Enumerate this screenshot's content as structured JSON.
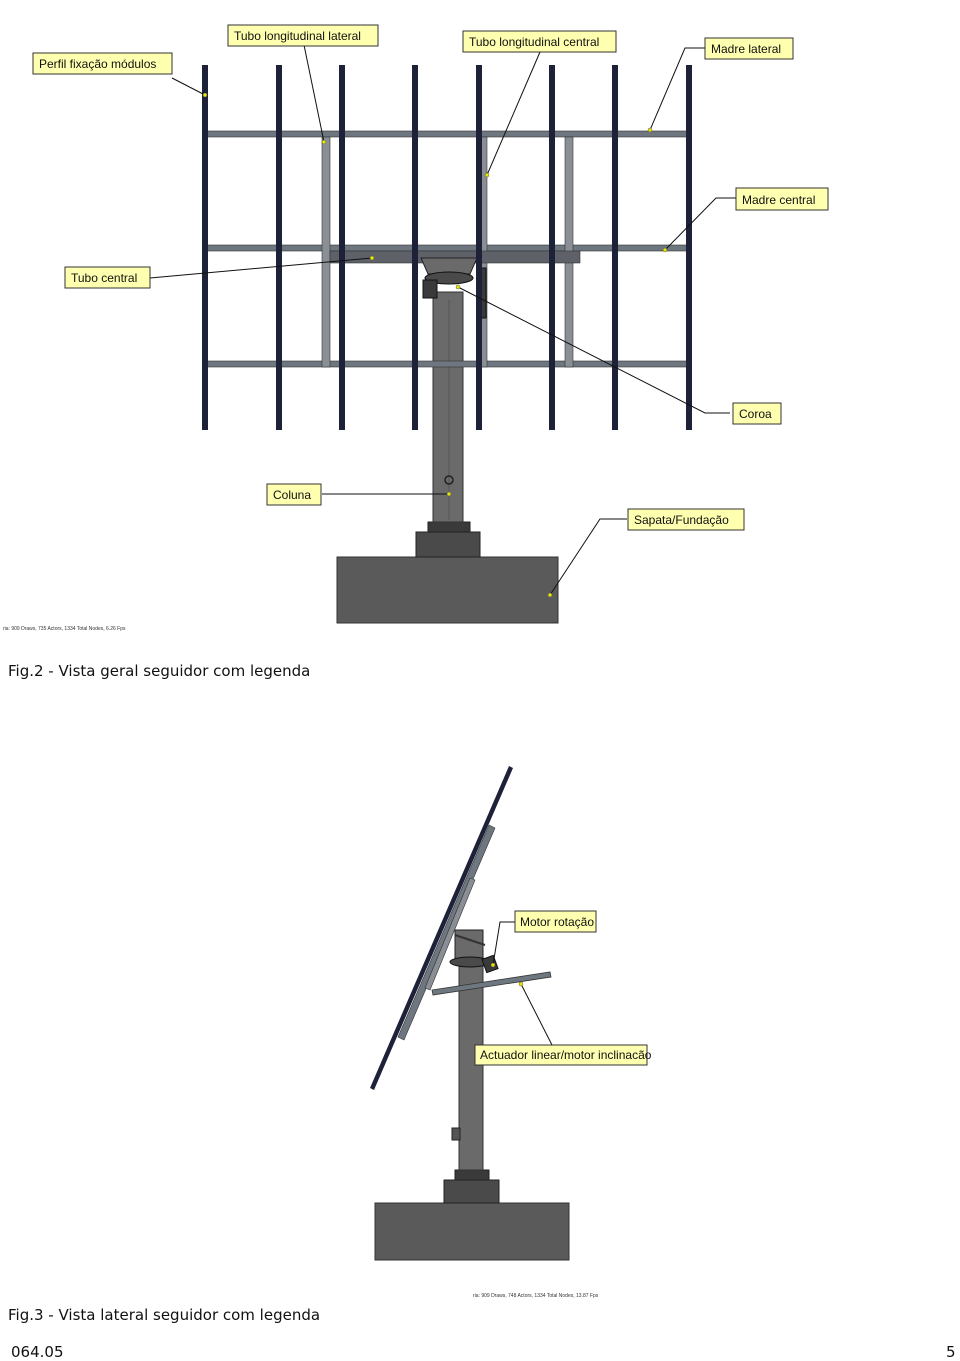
{
  "fig2": {
    "labels": {
      "perfil": "Perfil fixação módulos",
      "tubo_long_lateral": "Tubo longitudinal lateral",
      "tubo_long_central": "Tubo longitudinal central",
      "madre_lateral": "Madre lateral",
      "madre_central": "Madre central",
      "tubo_central": "Tubo central",
      "coroa": "Coroa",
      "coluna": "Coluna",
      "sapata": "Sapata/Fundação"
    },
    "render_stats": "ria: 909 Draws, 735 Actors, 1334 Total Nodes, 6.26 Fps",
    "caption": "Fig.2 - Vista geral seguidor com legenda"
  },
  "fig3": {
    "labels": {
      "motor_rotacao": "Motor rotação",
      "actuador": "Actuador linear/motor inclinacão"
    },
    "render_stats": "ria: 909 Draws, 748 Actors, 1334 Total Nodes, 13.87 Fps",
    "caption": "Fig.3 - Vista lateral seguidor com legenda"
  },
  "footer": {
    "doc_code": "064.05",
    "page_number": "5"
  }
}
